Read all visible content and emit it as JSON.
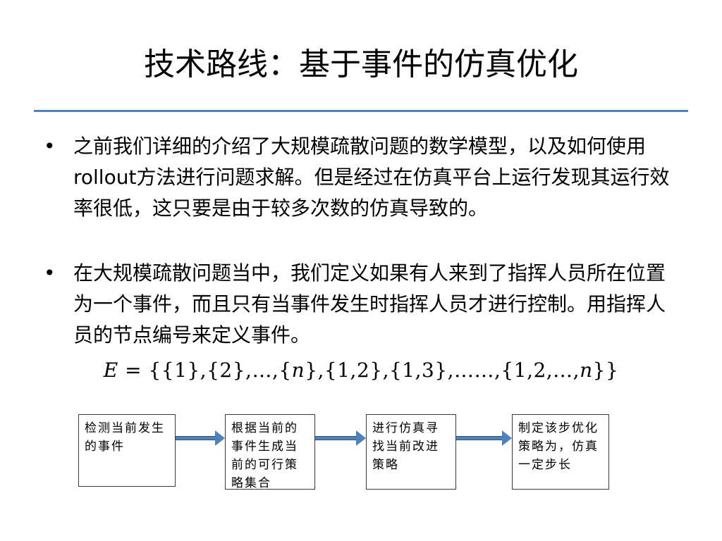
{
  "slide": {
    "title": "技术路线：基于事件的仿真优化",
    "bullet_symbol": "•",
    "bullets": [
      "之前我们详细的介绍了大规模疏散问题的数学模型，以及如何使用rollout方法进行问题求解。但是经过在仿真平台上运行发现其运行效率很低，这只要是由于较多次数的仿真导致的。",
      "在大规模疏散问题当中，我们定义如果有人来到了指挥人员所在位置为一个事件，而且只有当事件发生时指挥人员才进行控制。用指挥人员的节点编号来定义事件。"
    ],
    "formula": {
      "lhs": "E",
      "eq": " = ",
      "rhs_part1": "{{1},{2},…,{",
      "rhs_var1": "n",
      "rhs_part2": "},{1,2},{1,3},……,{1,2,…,",
      "rhs_var2": "n",
      "rhs_part3": "}}"
    },
    "flow": [
      {
        "label": "检测当前发生的事件"
      },
      {
        "label": "根据当前的事件生成当前的可行策略集合"
      },
      {
        "label": "进行仿真寻找当前改进策略"
      },
      {
        "label": "制定该步优化策略为，仿真一定步长"
      }
    ]
  }
}
